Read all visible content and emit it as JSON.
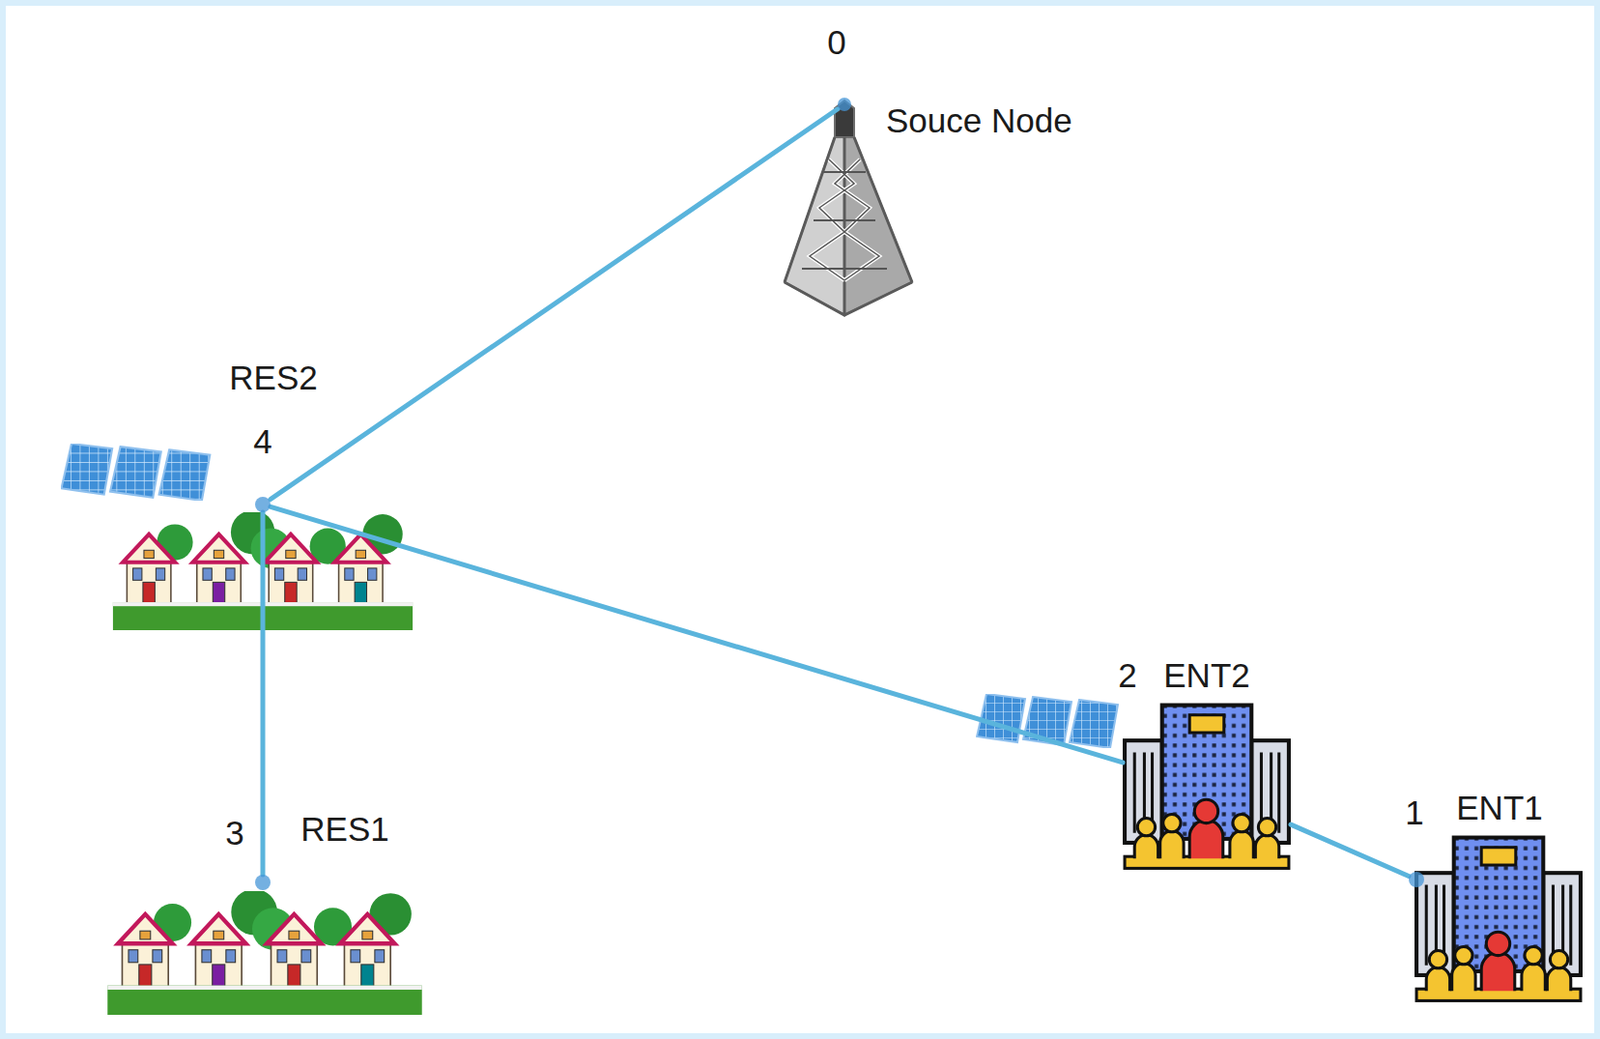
{
  "diagram": {
    "nodes": [
      {
        "text": [
          "0",
          "Souce Node"
        ]
      },
      {
        "text": [
          "RES2",
          "4"
        ]
      },
      {
        "text": [
          "3",
          "RES1"
        ]
      },
      {
        "text": [
          "2",
          "ENT2"
        ]
      },
      {
        "text": [
          "1",
          "ENT1"
        ]
      }
    ],
    "edges": [
      {
        "from": 0,
        "to": 1,
        "arrow": "none"
      },
      {
        "from": 1,
        "to": 2,
        "arrow": "none"
      },
      {
        "from": 1,
        "to": 3,
        "arrow": "none"
      },
      {
        "from": 3,
        "to": 4,
        "arrow": "none"
      }
    ]
  }
}
